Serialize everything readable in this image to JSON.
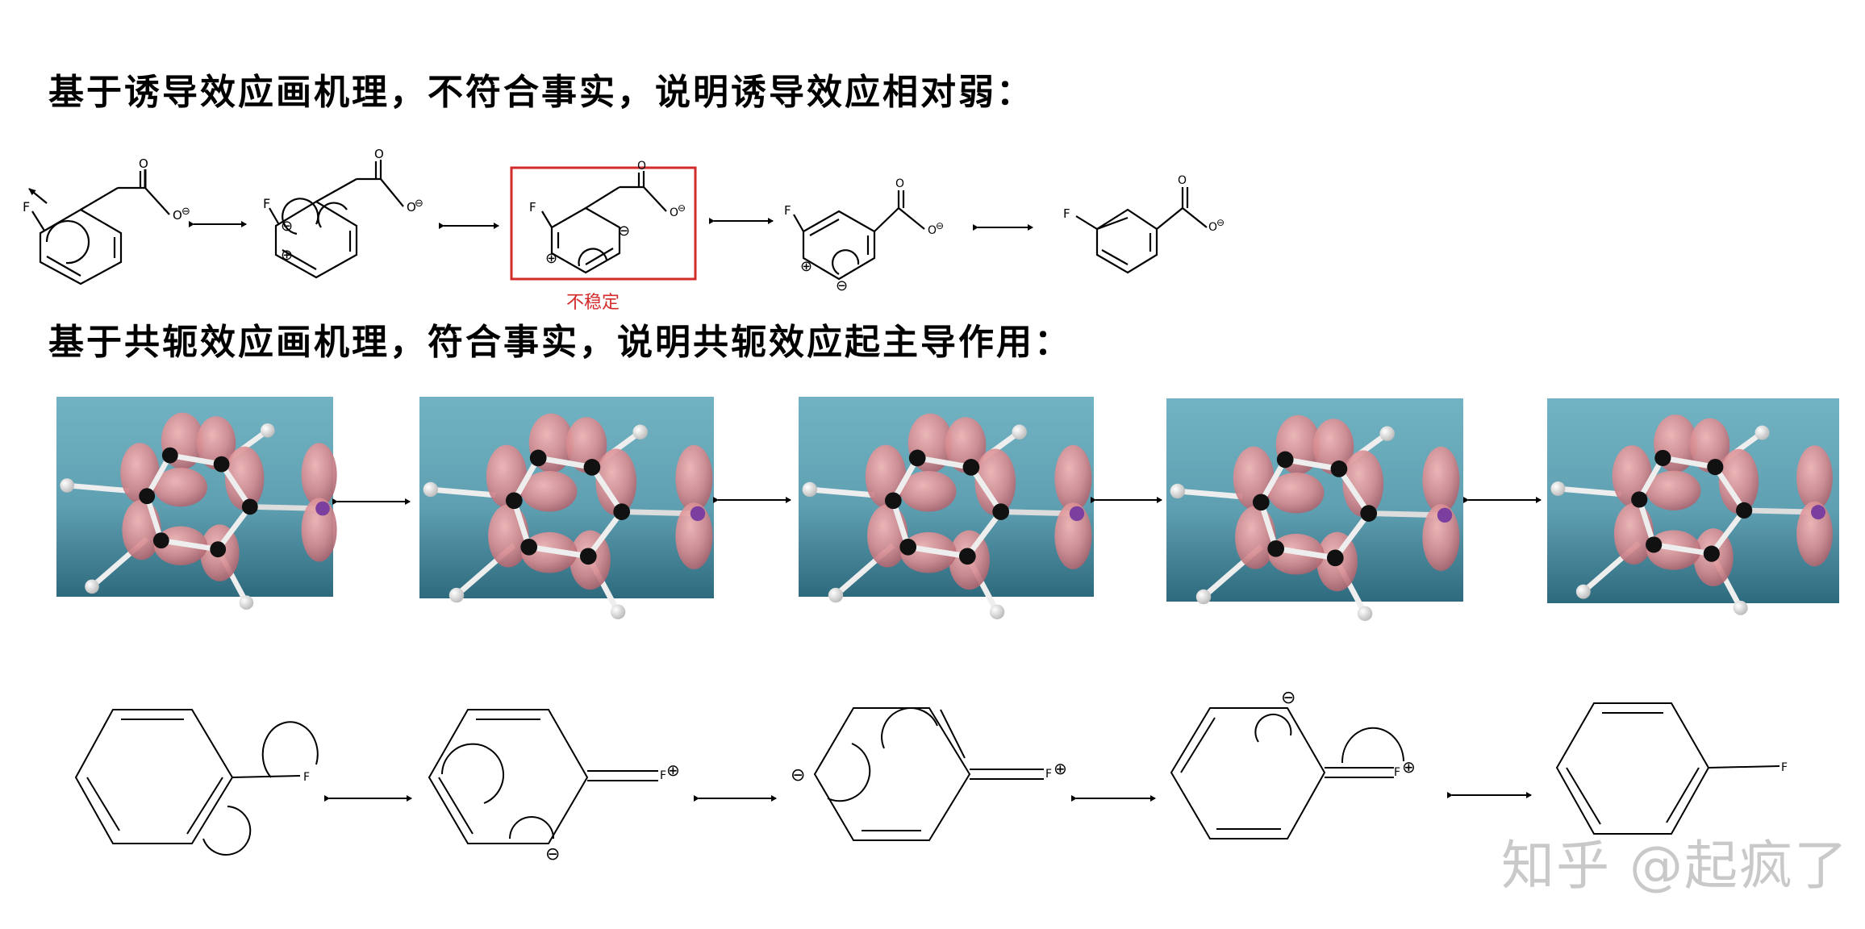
{
  "headings": {
    "inductive": "基于诱导效应画机理，不符合事实，说明诱导效应相对弱：",
    "conjugative": "基于共轭效应画机理，符合事实，说明共轭效应起主导作用："
  },
  "row1": {
    "atom_F": "F",
    "atom_O": "O",
    "charge_neg": "⊖",
    "charge_pos": "⊕",
    "unstable_label": "不稳定",
    "highlight_color": "#d32a2a"
  },
  "row3": {
    "atom_F": "F",
    "charge_neg": "⊖",
    "charge_pos": "⊕"
  },
  "orbital_colors": {
    "bg_top": "#6aaebe",
    "bg_bottom": "#2f6f82",
    "lobe": "#d48a8e"
  },
  "watermark": "知乎 @起疯了"
}
